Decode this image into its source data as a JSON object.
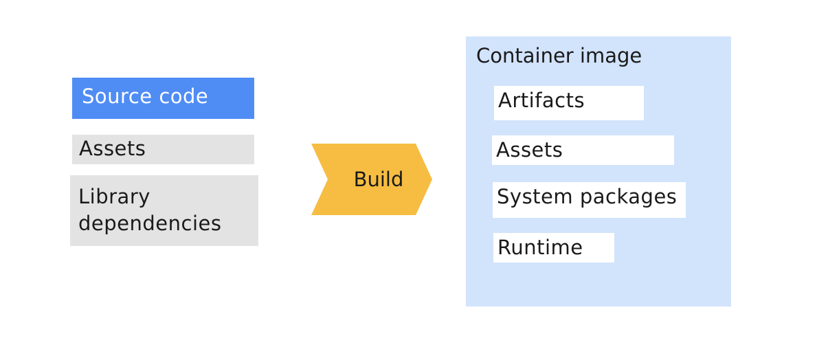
{
  "inputs": {
    "source_code": "Source code",
    "assets": "Assets",
    "library_dependencies_line1": "Library",
    "library_dependencies_line2": "dependencies"
  },
  "build": {
    "label": "Build"
  },
  "container": {
    "title": "Container image",
    "layers": {
      "artifacts": "Artifacts",
      "assets": "Assets",
      "system_packages": "System packages",
      "runtime": "Runtime"
    }
  },
  "colors": {
    "source_code_fill": "#4f8df5",
    "input_fill": "#e3e3e3",
    "build_fill": "#f6bd42",
    "container_fill": "#d2e3fc",
    "layer_fill": "#ffffff"
  }
}
